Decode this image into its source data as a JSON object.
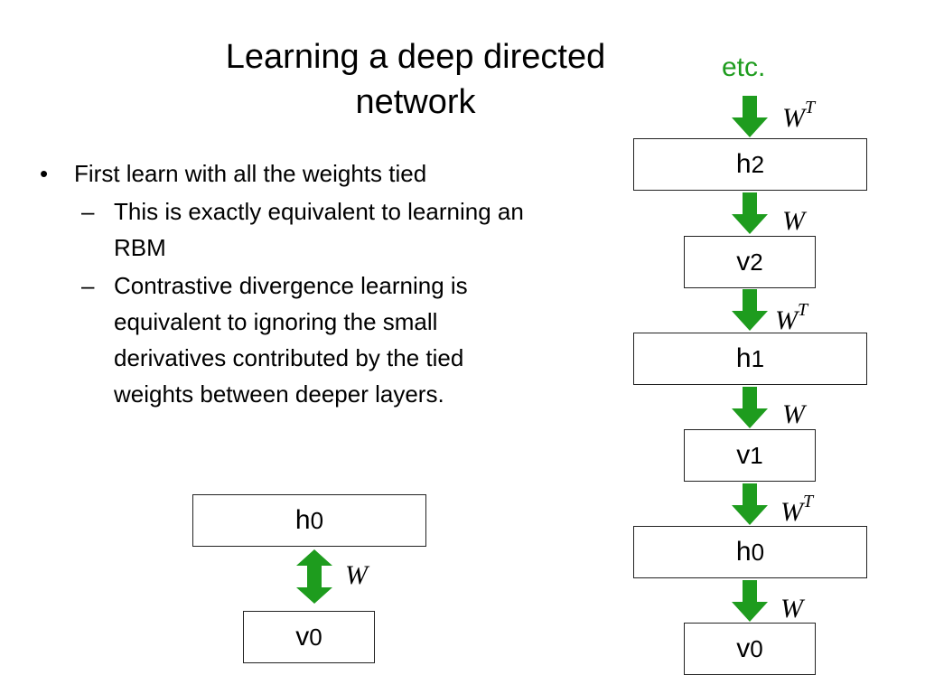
{
  "title": {
    "line1": "Learning a deep directed",
    "line2": "network"
  },
  "bullets": {
    "main": "First learn with all the weights tied",
    "sub": [
      "This is exactly equivalent to learning an RBM",
      "Contrastive divergence learning is equivalent to ignoring the small derivatives contributed by the tied weights between deeper layers."
    ]
  },
  "etc_label": "etc.",
  "arrow_color": "#1e9c1e",
  "rbm": {
    "top": {
      "letter": "h",
      "num": "0"
    },
    "bottom": {
      "letter": "v",
      "num": "0"
    },
    "weight": "W"
  },
  "stack": {
    "layers": [
      {
        "letter": "h",
        "num": "2"
      },
      {
        "letter": "v",
        "num": "2"
      },
      {
        "letter": "h",
        "num": "1"
      },
      {
        "letter": "v",
        "num": "1"
      },
      {
        "letter": "h",
        "num": "0"
      },
      {
        "letter": "v",
        "num": "0"
      }
    ],
    "weights": [
      {
        "base": "W",
        "sup": "T"
      },
      {
        "base": "W",
        "sup": ""
      },
      {
        "base": "W",
        "sup": "T"
      },
      {
        "base": "W",
        "sup": ""
      },
      {
        "base": "W",
        "sup": "T"
      },
      {
        "base": "W",
        "sup": ""
      }
    ]
  }
}
